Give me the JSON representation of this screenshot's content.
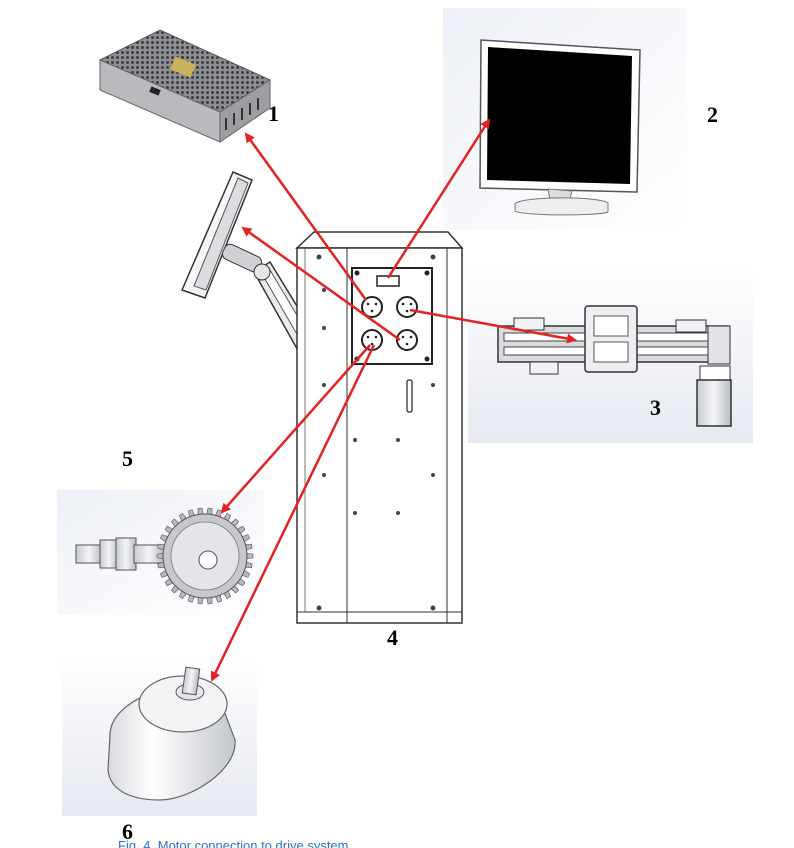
{
  "labels": {
    "power_supply": "1",
    "monitor": "2",
    "linear_stage": "3",
    "control_box": "4",
    "gear": "5",
    "motor": "6"
  },
  "caption": "Fig. 4. Motor connection to drive system",
  "colors": {
    "arrow": "#e32222",
    "line": "#333333",
    "panel_bg": "#e9ecf3"
  },
  "icons": {
    "power_supply": "power-supply-icon",
    "monitor": "monitor-icon",
    "touch_panel": "touch-panel-icon",
    "linear_stage": "linear-stage-icon",
    "gear": "gear-icon",
    "motor": "motor-icon"
  }
}
